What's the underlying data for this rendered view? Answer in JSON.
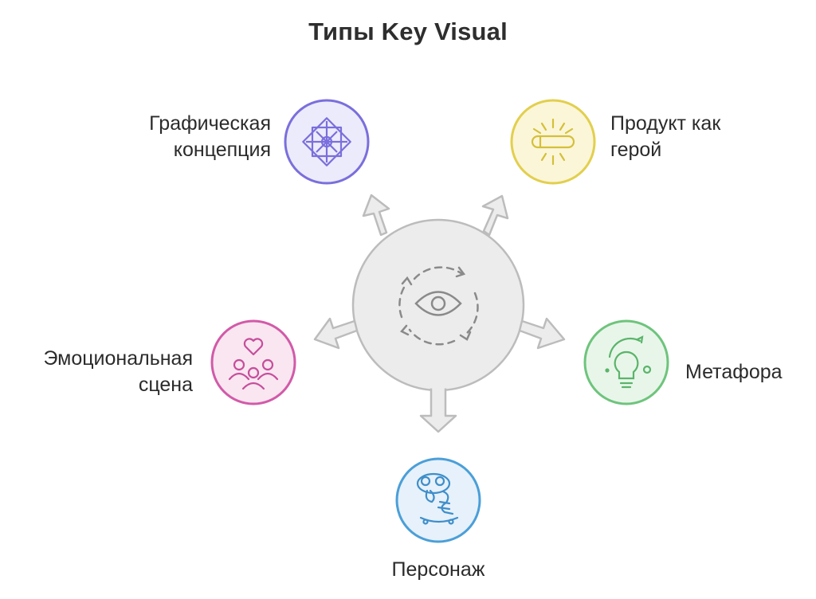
{
  "title": "Типы Key Visual",
  "center": {
    "icon": "eye-icon"
  },
  "nodes": [
    {
      "lines": [
        "Графическая",
        "концепция"
      ],
      "color": "#7a6fdc",
      "fill": "#ecebfb",
      "icon": "geometric-pattern-icon"
    },
    {
      "lines": [
        "Продукт как",
        "герой"
      ],
      "color": "#e2cf4e",
      "fill": "#fbf6d8",
      "icon": "spotlight-product-icon"
    },
    {
      "lines": [
        "Метафора"
      ],
      "color": "#6ec47c",
      "fill": "#e8f6ea",
      "icon": "lightbulb-icon"
    },
    {
      "lines": [
        "Персонаж"
      ],
      "color": "#4b9fd8",
      "fill": "#e6f1fb",
      "icon": "character-icon"
    },
    {
      "lines": [
        "Эмоциональная",
        "сцена"
      ],
      "color": "#d25aa8",
      "fill": "#f9e6f1",
      "icon": "heart-people-icon"
    }
  ]
}
